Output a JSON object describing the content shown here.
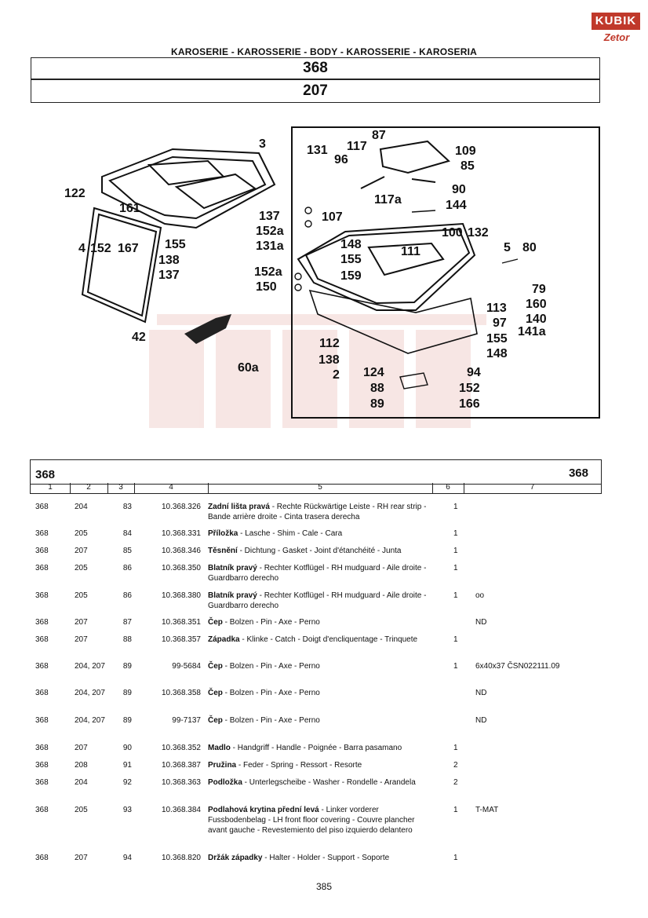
{
  "brand": {
    "logo_top": "KUBIK",
    "logo_bottom": "Zetor"
  },
  "header": {
    "title": "KAROSERIE - KAROSSERIE - BODY - KAROSSERIE - KAROSERIA",
    "group": "368",
    "subgroup": "207"
  },
  "diagram": {
    "callouts": [
      "3",
      "122",
      "161",
      "4",
      "152",
      "167",
      "155",
      "138",
      "137",
      "42",
      "131",
      "96",
      "117",
      "87",
      "109",
      "85",
      "90",
      "144",
      "117a",
      "137",
      "152a",
      "131a",
      "107",
      "100",
      "132",
      "148",
      "155",
      "111",
      "159",
      "5",
      "80",
      "152a",
      "150",
      "79",
      "160",
      "140",
      "141a",
      "113",
      "97",
      "155",
      "148",
      "112",
      "138",
      "2",
      "60a",
      "124",
      "94",
      "88",
      "152",
      "89",
      "166"
    ]
  },
  "table": {
    "group_left": "368",
    "group_right": "368",
    "columns": [
      "1",
      "2",
      "3",
      "4",
      "5",
      "6",
      "7"
    ],
    "rows": [
      {
        "c1": "368",
        "c2": "204",
        "c3": "83",
        "c4": "10.368.326",
        "name": "Zadní lišta pravá",
        "desc": " - Rechte Rückwärtige Leiste - RH rear strip - Bande arrière droite - Cinta trasera derecha",
        "qty": "1",
        "note": ""
      },
      {
        "c1": "368",
        "c2": "205",
        "c3": "84",
        "c4": "10.368.331",
        "name": "Příložka",
        "desc": " - Lasche - Shim - Cale - Cara",
        "qty": "1",
        "note": ""
      },
      {
        "c1": "368",
        "c2": "207",
        "c3": "85",
        "c4": "10.368.346",
        "name": "Těsnění",
        "desc": " - Dichtung - Gasket - Joint d'étanchéité - Junta",
        "qty": "1",
        "note": ""
      },
      {
        "c1": "368",
        "c2": "205",
        "c3": "86",
        "c4": "10.368.350",
        "name": "Blatník pravý",
        "desc": " - Rechter Kotflügel - RH mudguard - Aile droite - Guardbarro derecho",
        "qty": "1",
        "note": ""
      },
      {
        "c1": "368",
        "c2": "205",
        "c3": "86",
        "c4": "10.368.380",
        "name": "Blatník pravý",
        "desc": " - Rechter Kotflügel - RH mudguard - Aile droite - Guardbarro derecho",
        "qty": "1",
        "note": "oo"
      },
      {
        "c1": "368",
        "c2": "207",
        "c3": "87",
        "c4": "10.368.351",
        "name": "Čep",
        "desc": " - Bolzen - Pin - Axe - Perno",
        "qty": "",
        "note": "ND"
      },
      {
        "c1": "368",
        "c2": "207",
        "c3": "88",
        "c4": "10.368.357",
        "name": "Západka",
        "desc": " - Klinke - Catch - Doigt d'encliquentage - Trinquete",
        "qty": "1",
        "note": ""
      },
      {
        "c1": "368",
        "c2": "204, 207",
        "c3": "89",
        "c4": "99-5684",
        "name": "Čep",
        "desc": " - Bolzen - Pin - Axe - Perno",
        "qty": "1",
        "note": "6x40x37 ČSN022111.09"
      },
      {
        "c1": "368",
        "c2": "204, 207",
        "c3": "89",
        "c4": "10.368.358",
        "name": "Čep",
        "desc": " - Bolzen - Pin - Axe - Perno",
        "qty": "",
        "note": "ND"
      },
      {
        "c1": "368",
        "c2": "204, 207",
        "c3": "89",
        "c4": "99-7137",
        "name": "Čep",
        "desc": " - Bolzen - Pin - Axe - Perno",
        "qty": "",
        "note": "ND"
      },
      {
        "c1": "368",
        "c2": "207",
        "c3": "90",
        "c4": "10.368.352",
        "name": "Madlo",
        "desc": " - Handgriff - Handle - Poignée - Barra pasamano",
        "qty": "1",
        "note": ""
      },
      {
        "c1": "368",
        "c2": "208",
        "c3": "91",
        "c4": "10.368.387",
        "name": "Pružina",
        "desc": " - Feder - Spring - Ressort - Resorte",
        "qty": "2",
        "note": ""
      },
      {
        "c1": "368",
        "c2": "204",
        "c3": "92",
        "c4": "10.368.363",
        "name": "Podložka",
        "desc": " - Unterlegscheibe - Washer - Rondelle - Arandela",
        "qty": "2",
        "note": ""
      },
      {
        "c1": "368",
        "c2": "205",
        "c3": "93",
        "c4": "10.368.384",
        "name": "Podlahová krytina přední levá",
        "desc": " - Linker vorderer Fussbodenbelag - LH front floor covering - Couvre plancher avant gauche - Revestemiento del piso izquierdo delantero",
        "qty": "1",
        "note": "T-MAT"
      },
      {
        "c1": "368",
        "c2": "207",
        "c3": "94",
        "c4": "10.368.820",
        "name": "Držák západky",
        "desc": " - Halter - Holder - Support - Soporte",
        "qty": "1",
        "note": ""
      }
    ]
  },
  "page_number": "385"
}
